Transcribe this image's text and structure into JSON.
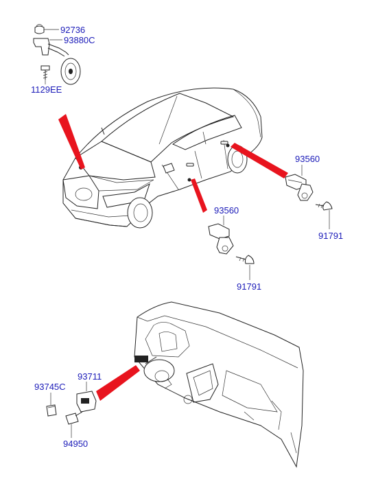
{
  "labels": {
    "p92736": "92736",
    "p93880c": "93880C",
    "p1129ee": "1129EE",
    "p93560_right": "93560",
    "p91791_right": "91791",
    "p93560_center": "93560",
    "p91791_center": "91791",
    "p93745c": "93745C",
    "p93711": "93711",
    "p94950": "94950"
  },
  "colors": {
    "label_text": "#1a1ab8",
    "pointer": "#e8141e",
    "line": "#222222"
  }
}
